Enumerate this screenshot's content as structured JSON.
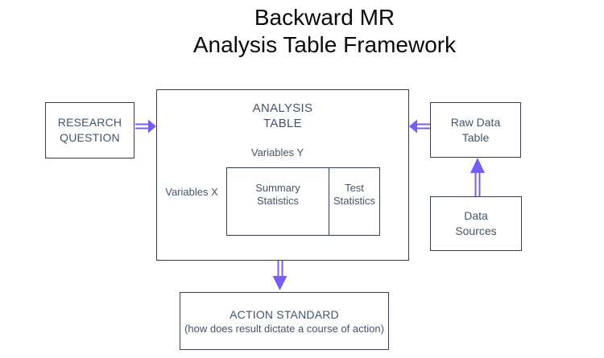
{
  "title": {
    "line1": "Backward MR",
    "line2": "Analysis Table Framework"
  },
  "diagram": {
    "research_question": {
      "line1": "RESEARCH",
      "line2": "QUESTION"
    },
    "analysis_table": {
      "title_line1": "ANALYSIS",
      "title_line2": "TABLE",
      "variables_y": "Variables Y",
      "variables_x": "Variables X",
      "cells": {
        "summary": {
          "line1": "Summary",
          "line2": "Statistics"
        },
        "test": {
          "line1": "Test",
          "line2": "Statistics"
        }
      }
    },
    "raw_data_table": {
      "line1": "Raw Data",
      "line2": "Table"
    },
    "data_sources": {
      "line1": "Data",
      "line2": "Sources"
    },
    "action_standard": {
      "line1": "ACTION STANDARD",
      "line2": "(how does result dictate a course of action)"
    },
    "arrows": [
      {
        "from": "research_question",
        "to": "analysis_table",
        "direction": "right"
      },
      {
        "from": "raw_data_table",
        "to": "analysis_table",
        "direction": "left"
      },
      {
        "from": "data_sources",
        "to": "raw_data_table",
        "direction": "up"
      },
      {
        "from": "analysis_table",
        "to": "action_standard",
        "direction": "down"
      }
    ]
  },
  "colors": {
    "accent_purple": "#7B5CF2",
    "box_border": "#333F50",
    "box_text": "#44546A",
    "title_text": "#0A0A0A"
  }
}
